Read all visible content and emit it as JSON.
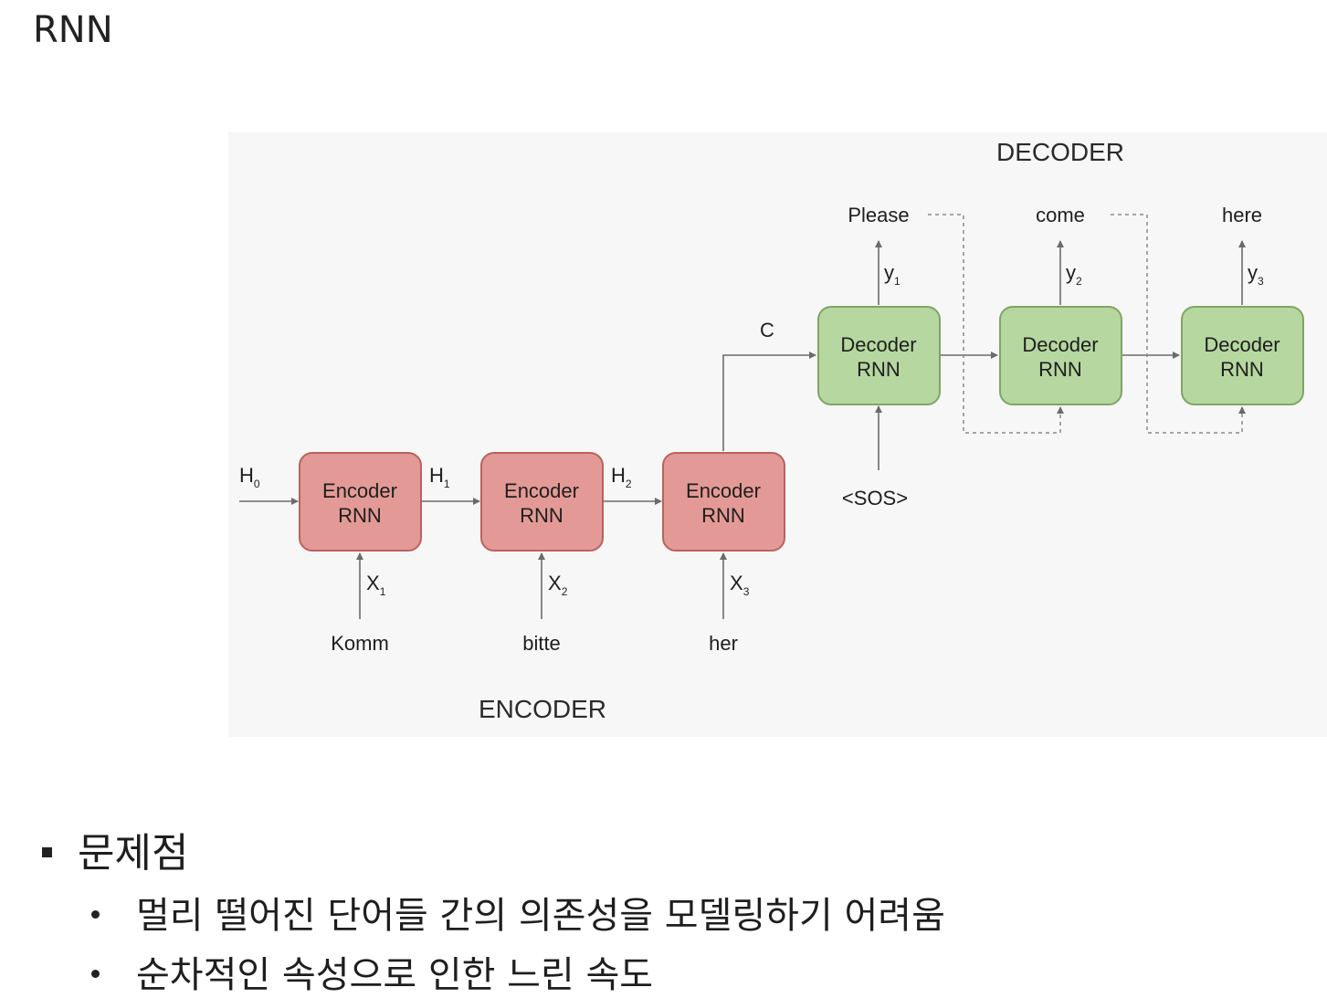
{
  "slide": {
    "title": "RNN"
  },
  "diagram": {
    "encoder_title": "ENCODER",
    "decoder_title": "DECODER",
    "context_label": "C",
    "encoder_cells": [
      {
        "line1": "Encoder",
        "line2": "RNN",
        "input_word": "Komm",
        "input_symbol": "X",
        "input_index": "1"
      },
      {
        "line1": "Encoder",
        "line2": "RNN",
        "input_word": "bitte",
        "input_symbol": "X",
        "input_index": "2"
      },
      {
        "line1": "Encoder",
        "line2": "RNN",
        "input_word": "her",
        "input_symbol": "X",
        "input_index": "3"
      }
    ],
    "hidden_states": [
      {
        "symbol": "H",
        "index": "0"
      },
      {
        "symbol": "H",
        "index": "1"
      },
      {
        "symbol": "H",
        "index": "2"
      }
    ],
    "decoder_cells": [
      {
        "line1": "Decoder",
        "line2": "RNN",
        "output_word": "Please",
        "output_symbol": "y",
        "output_index": "1"
      },
      {
        "line1": "Decoder",
        "line2": "RNN",
        "output_word": "come",
        "output_symbol": "y",
        "output_index": "2"
      },
      {
        "line1": "Decoder",
        "line2": "RNN",
        "output_word": "here",
        "output_symbol": "y",
        "output_index": "3"
      }
    ],
    "start_token": "<SOS>",
    "colors": {
      "encoder_fill": "#e39a96",
      "encoder_stroke": "#b9625f",
      "decoder_fill": "#b6d7a0",
      "decoder_stroke": "#7ea565",
      "arrow": "#6b6b6b"
    }
  },
  "bullets": {
    "heading": "문제점",
    "items": [
      "멀리 떨어진 단어들 간의 의존성을 모델링하기 어려움",
      "순차적인 속성으로 인한 느린 속도"
    ]
  }
}
